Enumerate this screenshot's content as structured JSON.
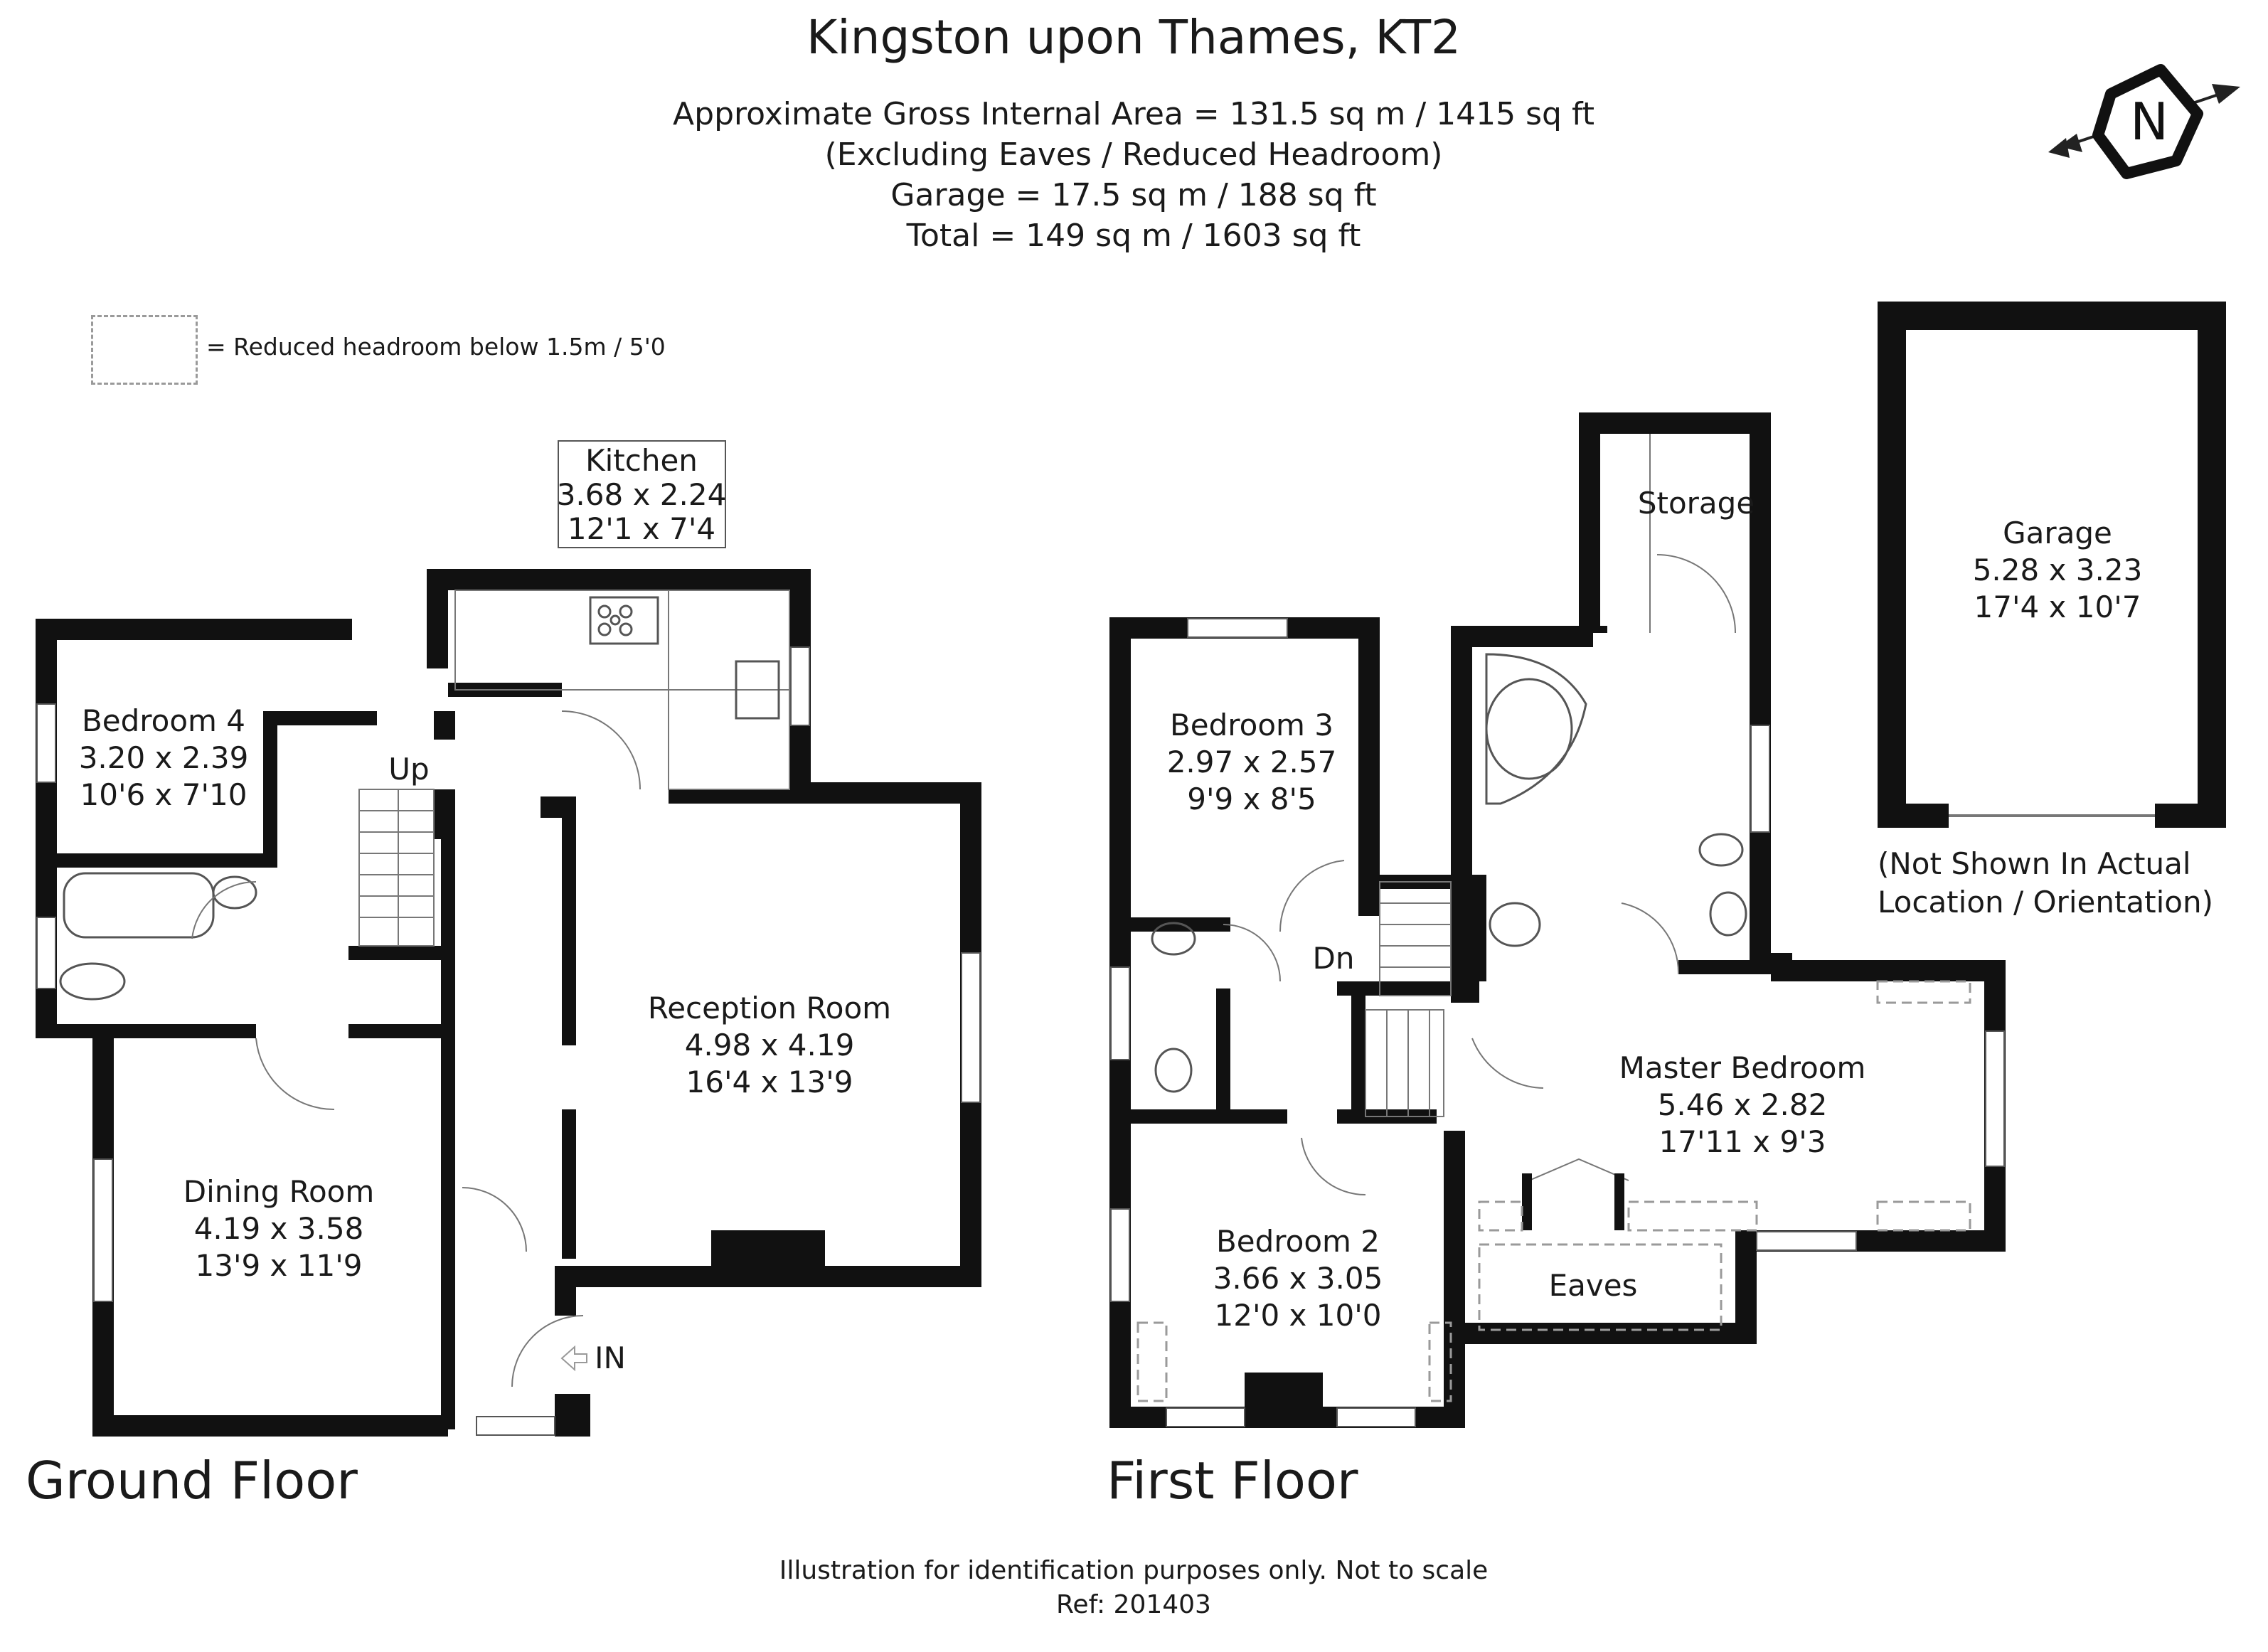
{
  "header": {
    "title": "Kingston upon Thames, KT2",
    "area_lines": [
      "Approximate Gross Internal Area = 131.5 sq m / 1415 sq ft",
      "(Excluding Eaves / Reduced Headroom)",
      "Garage = 17.5 sq m / 188 sq ft",
      "Total = 149 sq m / 1603 sq ft"
    ]
  },
  "compass": {
    "letter": "N",
    "icon": "north-arrow-icon"
  },
  "legend": {
    "text": "= Reduced headroom below 1.5m / 5'0"
  },
  "rooms": {
    "kitchen": {
      "name": "Kitchen",
      "metric": "3.68 x 2.24",
      "imperial": "12'1 x 7'4"
    },
    "bedroom4": {
      "name": "Bedroom 4",
      "metric": "3.20 x 2.39",
      "imperial": "10'6 x 7'10"
    },
    "reception": {
      "name": "Reception Room",
      "metric": "4.98 x 4.19",
      "imperial": "16'4 x 13'9"
    },
    "dining": {
      "name": "Dining Room",
      "metric": "4.19 x 3.58",
      "imperial": "13'9 x 11'9"
    },
    "bedroom3": {
      "name": "Bedroom 3",
      "metric": "2.97 x 2.57",
      "imperial": "9'9 x 8'5"
    },
    "storage": {
      "name": "Storage"
    },
    "master": {
      "name": "Master Bedroom",
      "metric": "5.46 x 2.82",
      "imperial": "17'11 x 9'3"
    },
    "bedroom2": {
      "name": "Bedroom 2",
      "metric": "3.66 x 3.05",
      "imperial": "12'0 x 10'0"
    },
    "eaves": {
      "name": "Eaves"
    },
    "garage": {
      "name": "Garage",
      "metric": "5.28 x 3.23",
      "imperial": "17'4 x 10'7"
    }
  },
  "markers": {
    "up": "Up",
    "down": "Dn",
    "entrance": "IN"
  },
  "garage_note": [
    "(Not Shown In Actual",
    "Location / Orientation)"
  ],
  "floors": {
    "ground": "Ground Floor",
    "first": "First Floor"
  },
  "footer": {
    "disclaimer": "Illustration for identification purposes only. Not to scale",
    "ref": "Ref: 201403"
  }
}
